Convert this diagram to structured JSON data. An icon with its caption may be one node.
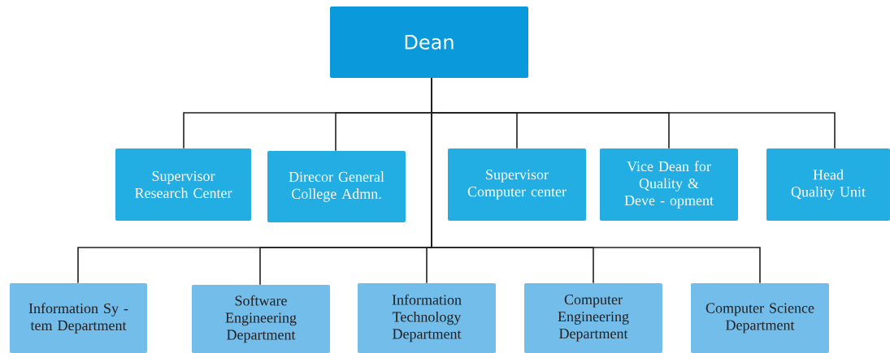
{
  "diagram": {
    "nodes": [
      {
        "text": [
          "Dean"
        ]
      },
      {
        "text": [
          "Supervisor Research Center"
        ]
      },
      {
        "text": [
          "Direcor General College Admn."
        ]
      },
      {
        "text": [
          "Supervisor Computer center"
        ]
      },
      {
        "text": [
          "Vice Dean for Quality & Deve - opment"
        ]
      },
      {
        "text": [
          "Head Quality Unit"
        ]
      },
      {
        "text": [
          "Information Sy - tem Department"
        ]
      },
      {
        "text": [
          "Software Engineering Department"
        ]
      },
      {
        "text": [
          "Information Technology Department"
        ]
      },
      {
        "text": [
          "Computer Engineering Department"
        ]
      },
      {
        "text": [
          "Computer Science Department"
        ]
      }
    ],
    "edges": [
      {
        "from": 0,
        "to": 1,
        "arrow": "none"
      },
      {
        "from": 0,
        "to": 2,
        "arrow": "none"
      },
      {
        "from": 0,
        "to": 3,
        "arrow": "none"
      },
      {
        "from": 0,
        "to": 4,
        "arrow": "none"
      },
      {
        "from": 0,
        "to": 5,
        "arrow": "none"
      },
      {
        "from": 0,
        "to": 6,
        "arrow": "none"
      },
      {
        "from": 0,
        "to": 7,
        "arrow": "none"
      },
      {
        "from": 0,
        "to": 8,
        "arrow": "none"
      },
      {
        "from": 0,
        "to": 9,
        "arrow": "none"
      },
      {
        "from": 0,
        "to": 10,
        "arrow": "none"
      }
    ]
  }
}
